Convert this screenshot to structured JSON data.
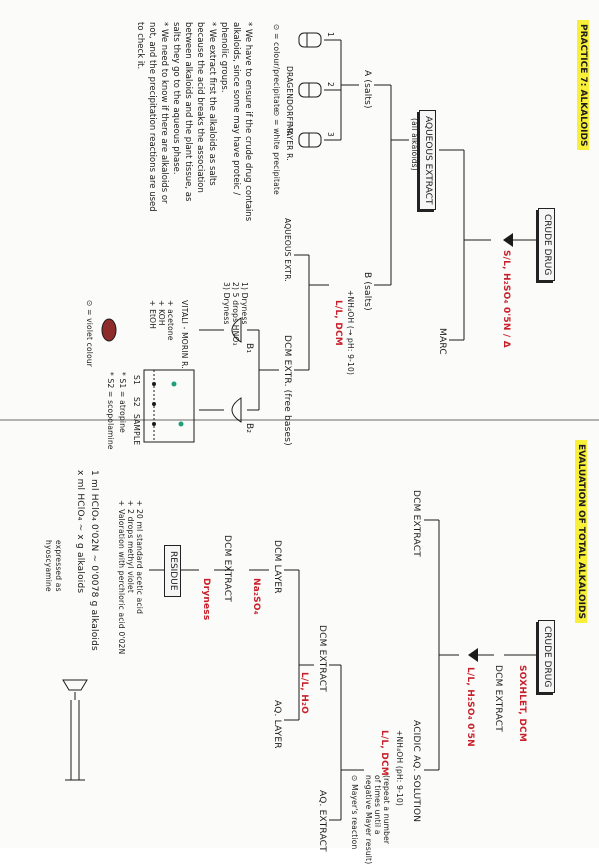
{
  "left": {
    "title": "PRACTICE 7: ALKALOIDS",
    "crude_drug": "CRUDE DRUG",
    "reagents_top": "S/L, H₂SO₄ 0'5N / Δ",
    "marc": "MARC",
    "aqueous_extract": "AQUEOUS EXTRACT",
    "all_alkaloids": "(all alkaloids)",
    "a_salts": "A (salts)",
    "b_salts": "B (salts)",
    "nh4oh": "+NH₄OH (→ pH: 9-10)",
    "ll_dcm": "L/L, DCM",
    "aqueous_extr": "AQUEOUS EXTR.",
    "dcm_extr": "DCM EXTR. (free bases)",
    "tube_labels": [
      "1",
      "2",
      "3"
    ],
    "reagents": [
      "DRAGENDORFF R.",
      "MAYER R."
    ],
    "precip_legend": "⊙ = white precipitate",
    "colour_legend": "⊙ = colour/precipitate",
    "b1": "B₁",
    "b2": "B₂",
    "b1_steps": [
      "1) Dryness",
      "2) 5 drops HNO₃",
      "3) Dryness"
    ],
    "vitali": "VITALI - MORIN R.",
    "vitali_steps": [
      "+ acetone",
      "+ KOH",
      "+ EtOH"
    ],
    "violet_legend": "⊙ = violet colour",
    "tlc_labels": [
      "S1",
      "S2",
      "SAMPLE"
    ],
    "tlc_s1": "* S1 = atropine",
    "tlc_s2": "* S2 = scopolamine",
    "notes": [
      "* We have to ensure if the crude drug contains alkaloids, since some may have proteic / phenolic groups.",
      "* We extract first the alkaloids as salts because the acid breaks the association between alkaloids and the plant tissue, as salts they go to the aqueous phase.",
      "* We need to know if there are alkaloids or not, and the precipitation reactions are used to check it."
    ]
  },
  "right": {
    "title": "EVALUATION OF TOTAL ALKALOIDS",
    "crude_drug": "CRUDE DRUG",
    "soxhlet": "SOXHLET, DCM",
    "dcm_extract": "DCM EXTRACT",
    "ll_h2so4": "L/L, H₂SO₄ 0'5N",
    "dcm_extract_left": "DCM EXTRACT",
    "acidic_solution": "ACIDIC AQ. SOLUTION",
    "nh4oh": "+NH₄OH (pH: 9-10)",
    "ll_dcm": "L/L, DCM",
    "ll_dcm_note": [
      "(repeat a number",
      "of times until a",
      "negative Mayer result)"
    ],
    "mayer_note": "⊙ Mayer's reaction",
    "dcm_extract_mid": "DCM EXTRACT",
    "aq_extract": "AQ. EXTRACT",
    "ll_h2o": "L/L, H₂O",
    "dcm_layer": "DCM LAYER",
    "aq_layer": "AQ. LAYER",
    "na2so4": "Na₂SO₄",
    "dcm_extract_low": "DCM EXTRACT",
    "dryness": "Dryness",
    "residue": "RESIDUE",
    "residue_steps": [
      "+ 20 ml standard acetic acid",
      "+ 2 drops methyl violet",
      "+ Valoration with perchloric acid 0'02N"
    ],
    "calc_1": "1 ml HClO₄ 0'02N ~ 0'0078 g alkaloids",
    "calc_2": "x ml HClO₄ ~ x g alkaloids",
    "calc_3": "expressed as",
    "calc_4": "hyoscyamine"
  },
  "colors": {
    "ink": "#1b1b1b",
    "red": "#c8202a",
    "highlight": "#f7ef3a",
    "tlc_spot": "#1f9e7a",
    "violet": "#8e2b2b"
  }
}
